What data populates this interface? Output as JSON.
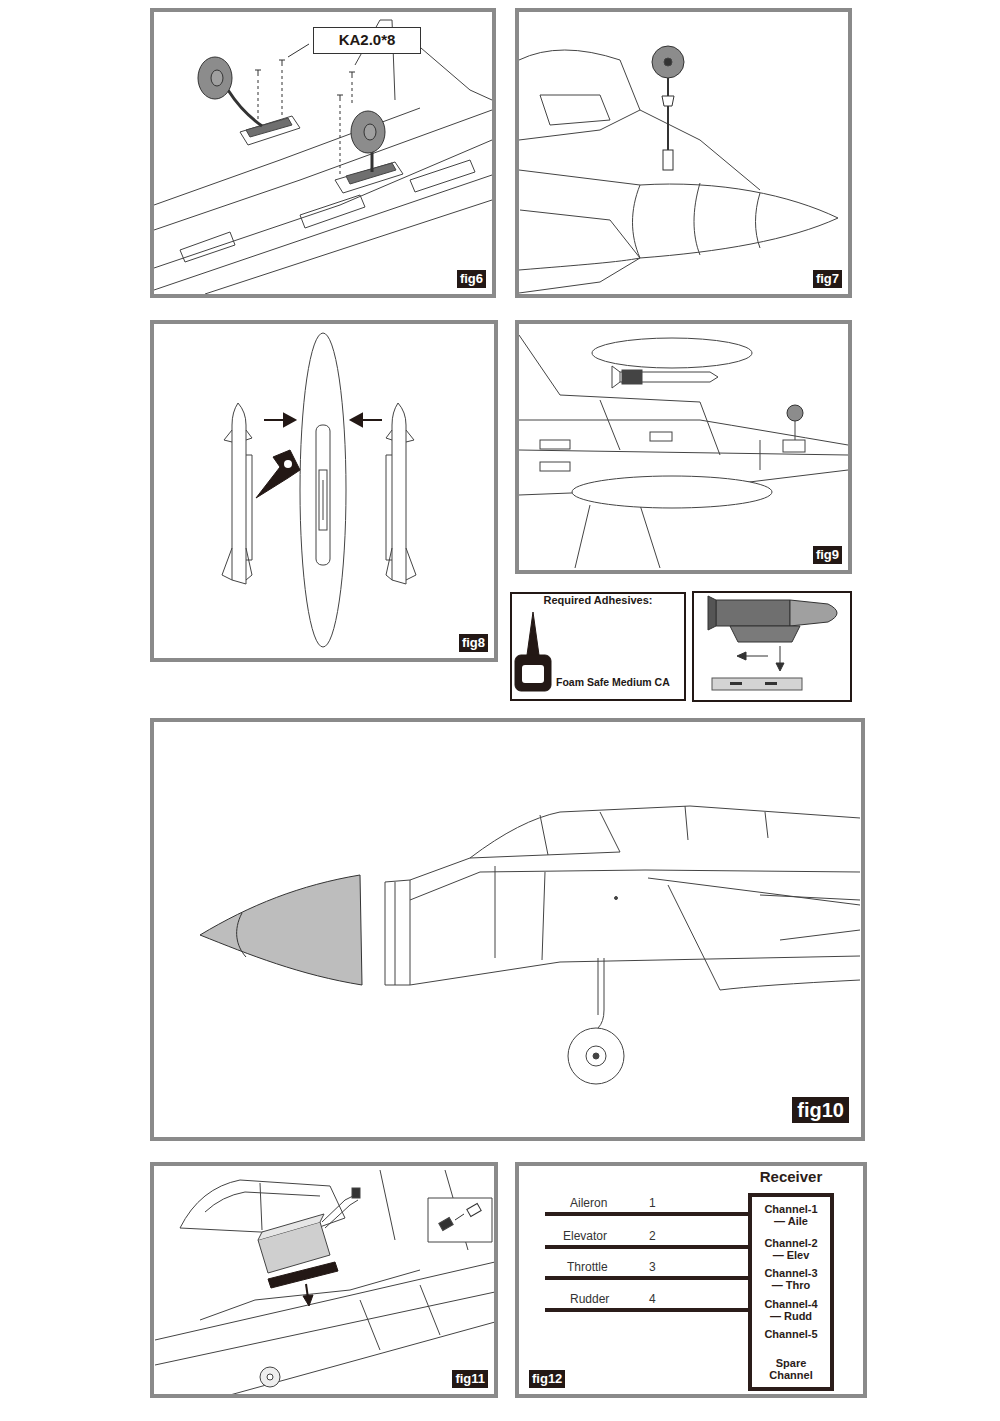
{
  "diagram": {
    "nodes": [
      {
        "text": [
          "fig6"
        ]
      },
      {
        "text": [
          "KA2.0*8"
        ],
        "in": 0
      },
      {
        "text": [
          "fig7"
        ]
      },
      {
        "text": [
          "fig8"
        ]
      },
      {
        "text": [
          "fig9"
        ]
      },
      {
        "text": [
          "Required Adhesives:",
          "Foam Safe Medium CA"
        ]
      },
      {
        "text": [
          "fig10"
        ]
      },
      {
        "text": [
          "fig11"
        ]
      },
      {
        "text": [
          "fig12"
        ]
      },
      {
        "text": [
          "Receiver",
          "Channel-1 — Aile",
          "Channel-2 — Elev",
          "Channel-3 — Thro",
          "Channel-4 — Rudd",
          "Channel-5",
          "Spare Channel"
        ],
        "in": 8
      }
    ],
    "labels": [
      "Aileron",
      "1",
      "Elevator",
      "2",
      "Throttle",
      "3",
      "Rudder",
      "4"
    ]
  }
}
